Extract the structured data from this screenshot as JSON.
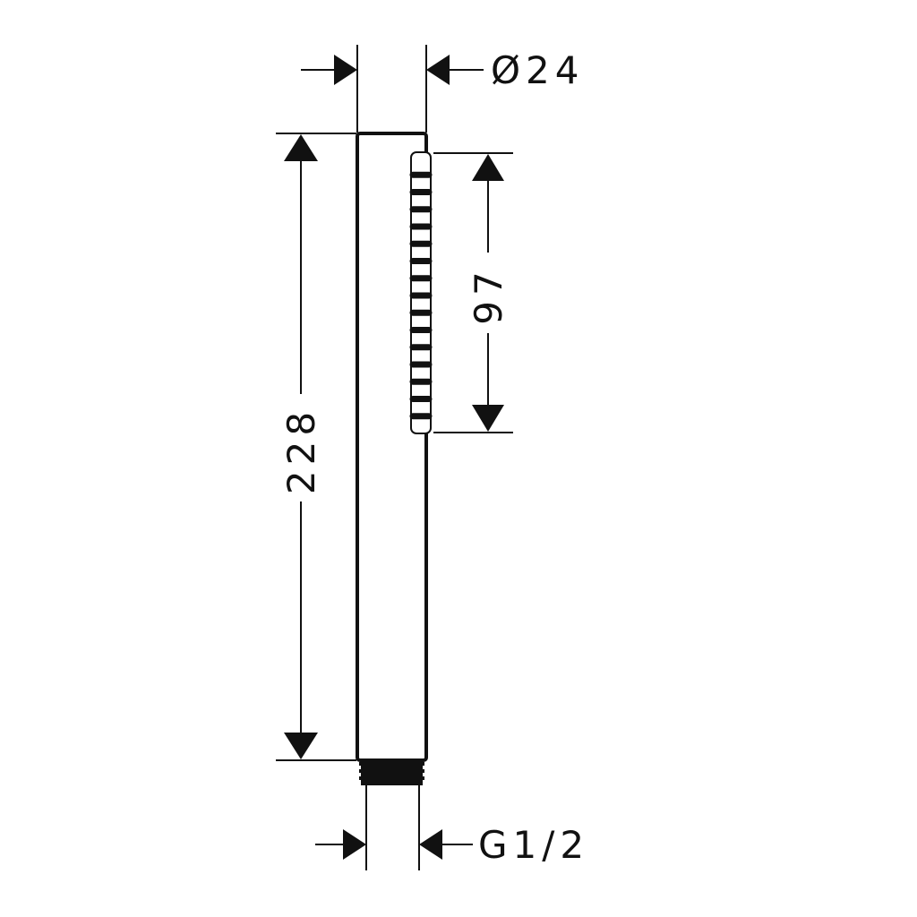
{
  "dimensions": {
    "diameter": "Ø24",
    "length": "228",
    "spray_length": "97",
    "thread": "G1/2"
  }
}
